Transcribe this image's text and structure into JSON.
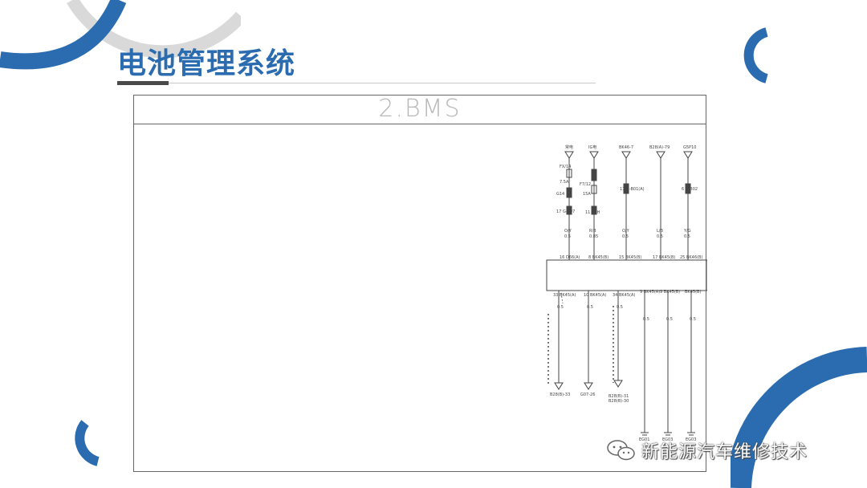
{
  "slide": {
    "title": "电池管理系统",
    "diagram_title": "2.BMS",
    "watermark": "新能源汽车维修技术",
    "colors": {
      "accent": "#2b6cb0",
      "ring_grey": "#d9d9d9",
      "rule_dark": "#4a4a4a"
    }
  },
  "diagram": {
    "top_feeds": [
      {
        "source": "常电",
        "fuse": "FX/14",
        "rating": "7.5A",
        "conn": "G14",
        "conn2": "17 G-B07",
        "wire": "O/Y",
        "size": "0.5",
        "pin": "16 D66(A)"
      },
      {
        "source": "IG电",
        "fuse": "F7/12",
        "rating": "15A",
        "conn": "11 B2H",
        "wire": "R/B",
        "size": "0.85",
        "pin": "8 BK45(B)"
      },
      {
        "source": "BK46-7",
        "conn": "11 G-B01(A)",
        "wire": "O/Y",
        "size": "0.5",
        "pin": "15 BK45(B)"
      },
      {
        "source": "B28(A)-79",
        "wire": "L/B",
        "size": "0.5",
        "pin": "17 BK45(B)"
      },
      {
        "source": "G5P10",
        "conn": "6 G-B02",
        "wire": "Y/G",
        "size": "0.5",
        "pin": "25 BK46(B)"
      }
    ],
    "bottom_outputs": [
      {
        "pin": "33 BK45(A)",
        "size": "0.5",
        "dest": "B28(B)-33"
      },
      {
        "pin": "10 BK45(A)",
        "size": "0.5",
        "dest": "G07-26"
      },
      {
        "pin": "34 BK45(A)",
        "size": "0.5",
        "dest": "B28(B)-31"
      },
      {
        "pin": "9 BK45(A)",
        "size": "0.5",
        "dest": "EG01"
      },
      {
        "pin": "9 BK45(B)",
        "size": "0.5",
        "dest": "EG03"
      },
      {
        "pin": "BK45(B)",
        "size": "0.5",
        "dest": "EG03"
      }
    ],
    "extra_dest": "B28(B)-30"
  }
}
